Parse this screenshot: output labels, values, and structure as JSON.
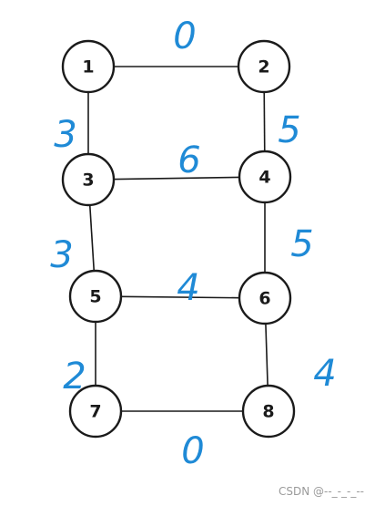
{
  "nodes": [
    {
      "id": "1",
      "label": "1"
    },
    {
      "id": "2",
      "label": "2"
    },
    {
      "id": "3",
      "label": "3"
    },
    {
      "id": "4",
      "label": "4"
    },
    {
      "id": "5",
      "label": "5"
    },
    {
      "id": "6",
      "label": "6"
    },
    {
      "id": "7",
      "label": "7"
    },
    {
      "id": "8",
      "label": "8"
    }
  ],
  "edges": [
    {
      "from": "1",
      "to": "2",
      "weight": "0"
    },
    {
      "from": "1",
      "to": "3",
      "weight": "3"
    },
    {
      "from": "2",
      "to": "4",
      "weight": "5"
    },
    {
      "from": "3",
      "to": "4",
      "weight": "6"
    },
    {
      "from": "3",
      "to": "5",
      "weight": "3"
    },
    {
      "from": "4",
      "to": "6",
      "weight": "5"
    },
    {
      "from": "5",
      "to": "6",
      "weight": "4"
    },
    {
      "from": "5",
      "to": "7",
      "weight": "2"
    },
    {
      "from": "6",
      "to": "8",
      "weight": "4"
    },
    {
      "from": "7",
      "to": "8",
      "weight": "0"
    }
  ],
  "colors": {
    "weight_ink": "#1f8ad6",
    "line": "#1a1a1a"
  },
  "watermark": "CSDN @--_-_-_--"
}
